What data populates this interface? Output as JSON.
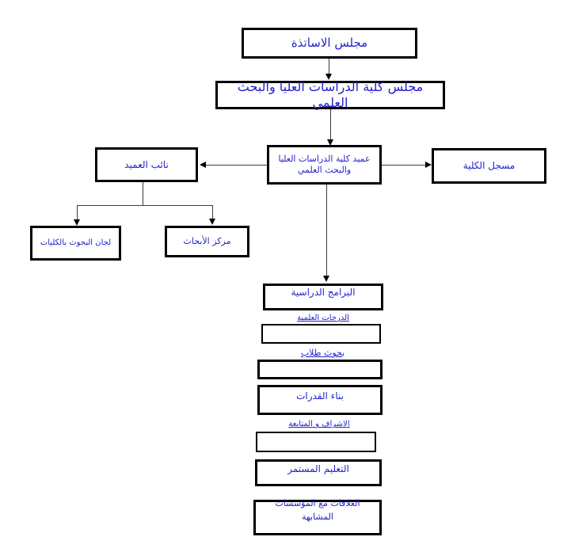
{
  "diagram": {
    "type": "org-chart",
    "language": "ar",
    "colors": {
      "text": "#1f1fcf",
      "border": "#000000",
      "connector": "#3d3d3d",
      "background": "#ffffff"
    },
    "nodes": {
      "professors_council": "مجلس الاساتذة",
      "graduate_studies_council": "مجلس كلية الدراسات  العليا والبحث العلمي",
      "dean_line1": "عميد كلية الدراسات العليا",
      "dean_line2": "والبحث العلمي",
      "deputy_dean": "نائب العميد",
      "college_registrar": "مسجل الكلية",
      "research_committees": "لجان البحوث بالكليات",
      "research_center": "مركز الأبحاث",
      "study_programs": "البرامج الدراسية",
      "academic_degrees": "الدرجات العلمية",
      "student_research": "بحوث طلاب",
      "capacity_building": "بناء القدرات",
      "supervision_followup": "الاشراف و المتابعة",
      "continuing_education": "التعليم المستمر",
      "similar_institutions_line1": "العلاقات مع المؤسسات",
      "similar_institutions_line2": "المشابهة"
    }
  }
}
